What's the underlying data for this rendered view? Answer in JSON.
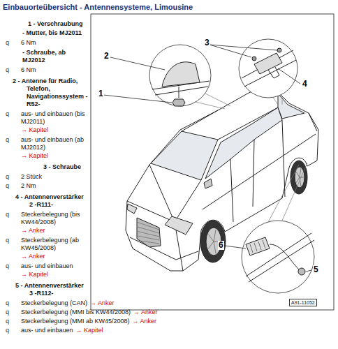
{
  "diagram": {
    "title": "Einbauorteübersicht - Antennensysteme, Limousine",
    "labels": [
      "1 - Verschraubung",
      "- Mutter, bis MJ2011",
      "q",
      "6 Nm",
      "- Schraube, ab MJ2012",
      "q",
      "6 Nm",
      "2 - Antenne für Radio, Telefon, Navigationssystem -R52-",
      "q",
      "aus- und einbauen (bis MJ2011)",
      "→ Kapitel",
      "q",
      "aus- und einbauen (ab MJ2012)",
      "→ Kapitel",
      "3 - Schraube",
      "q",
      "2 Stück",
      "q",
      "2 Nm",
      "4 - Antennenverstärker 2 -R111-",
      "q",
      "Steckerbelegung (bis KW44/2008)",
      "→ Anker",
      "q",
      "Steckerbelegung (ab KW45/2008)",
      "→ Anker",
      "q",
      "aus- und einbauen",
      "→ Kapitel",
      "5 - Antennenverstärker 3 -R112-",
      "q",
      "Steckerbelegung (CAN)",
      "→ Anker",
      "q",
      "Steckerbelegung (MMI bis KW44/2008)",
      "→ Anker",
      "q",
      "Steckerbelegung (MMI ab KW45/2008)",
      "→ Anker",
      "q",
      "aus- und einbauen",
      "→ Kapitel",
      "1",
      "2",
      "3",
      "4",
      "5",
      "6",
      "A91-11052"
    ]
  }
}
